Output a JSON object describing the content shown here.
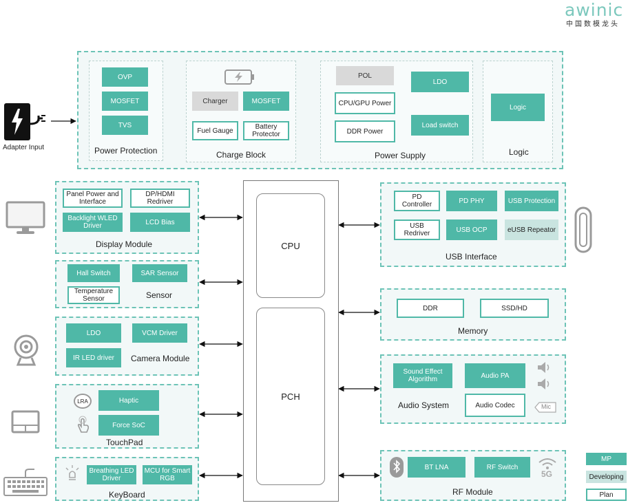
{
  "brand": {
    "logo": "awinic",
    "subtitle": "中国数模龙头",
    "color": "#7cc8bd"
  },
  "colors": {
    "mp": "#4fb8a7",
    "developing": "#c9e4e0",
    "plan_border": "#4fb8a7",
    "group_border": "#6cc3b6"
  },
  "adapter": {
    "label": "Adapter Input",
    "icon": "power-plug-icon"
  },
  "top": {
    "power_protection": {
      "title": "Power Protection",
      "items": [
        "OVP",
        "MOSFET",
        "TVS"
      ]
    },
    "charge_block": {
      "title": "Charge Block",
      "charger": "Charger",
      "mosfet": "MOSFET",
      "fuel_gauge": "Fuel Gauge",
      "battery_protector": "Battery Protector",
      "icon": "battery-charging-icon"
    },
    "power_supply": {
      "title": "Power Supply",
      "pol": "POL",
      "cpu_gpu_power": "CPU/GPU Power",
      "ddr_power": "DDR Power",
      "ldo": "LDO",
      "load_switch": "Load switch"
    },
    "logic": {
      "title": "Logic",
      "item": "Logic"
    }
  },
  "center": {
    "cpu": "CPU",
    "pch": "PCH"
  },
  "left": {
    "display": {
      "title": "Display Module",
      "panel_power": "Panel Power and Interface",
      "dp_hdmi": "DP/HDMI Redriver",
      "backlight": "Backlight WLED Driver",
      "lcd_bias": "LCD Bias",
      "icon": "monitor-icon"
    },
    "sensor": {
      "title": "Sensor",
      "hall": "Hall Switch",
      "sar": "SAR Sensor",
      "temperature": "Temperature Sensor"
    },
    "camera": {
      "title": "Camera Module",
      "ldo": "LDO",
      "vcm": "VCM Driver",
      "ir_led": "IR LED driver",
      "icon": "webcam-icon"
    },
    "touchpad": {
      "title": "TouchPad",
      "lra": "LRA",
      "haptic": "Haptic",
      "force": "Force SoC",
      "icon": "touchpad-icon"
    },
    "keyboard": {
      "title": "KeyBoard",
      "breathing": "Breathing LED Driver",
      "mcu": "MCU for Smart RGB",
      "icon": "keyboard-icon"
    }
  },
  "right": {
    "usb": {
      "title": "USB Interface",
      "pd_controller": "PD Controller",
      "pd_phy": "PD PHY",
      "usb_protection": "USB Protection",
      "usb_redriver": "USB Redriver",
      "usb_ocp": "USB OCP",
      "eusb_repeater": "eUSB Repeator",
      "icon": "usb-cable-icon"
    },
    "memory": {
      "title": "Memory",
      "ddr": "DDR",
      "ssd": "SSD/HD"
    },
    "audio": {
      "title": "Audio System",
      "sound_effect": "Sound Effect Algorithm",
      "audio_pa": "Audio PA",
      "audio_codec": "Audio Codec",
      "mic": "Mic",
      "icon": "speaker-icon"
    },
    "rf": {
      "title": "RF Module",
      "bt_lna": "BT LNA",
      "rf_switch": "RF Switch",
      "bt_icon": "bluetooth-icon",
      "wifi_icon": "wifi-5g-icon",
      "label_5g": "5G"
    }
  },
  "legend": {
    "mp": "MP",
    "developing": "Developing",
    "plan": "Plan"
  }
}
